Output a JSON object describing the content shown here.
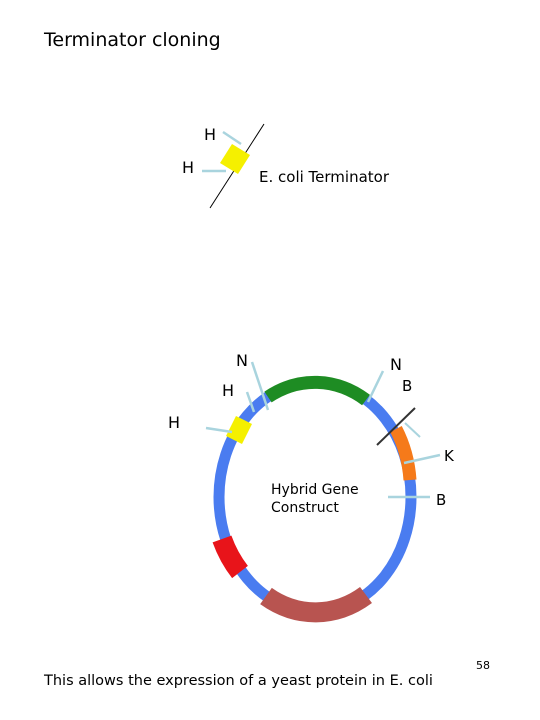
{
  "title": "Terminator cloning",
  "terminator_fragment": {
    "site_top": "H",
    "site_left": "H",
    "label": "E. coli Terminator"
  },
  "plasmid": {
    "site_n_left": "N",
    "site_n_right": "N",
    "site_h_inner": "H",
    "site_h_outer": "H",
    "site_b_top": "B",
    "site_k": "K",
    "site_b_bottom": "B",
    "center_label_line1": "Hybrid Gene",
    "center_label_line2": "Construct"
  },
  "colors": {
    "backbone": "#4a7cf0",
    "terminator": "#f5f000",
    "gene_green": "#1e8c23",
    "gene_orange": "#f57a1a",
    "marker_red": "#e8141a",
    "gene_brown": "#b85450",
    "site_line": "#a9d4de",
    "cut_line": "#000000"
  },
  "footer": "This allows the expression of a yeast protein in E. coli",
  "page_number": "58"
}
